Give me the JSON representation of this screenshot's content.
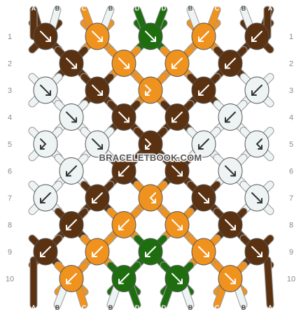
{
  "colors": {
    "A": "#5a3211",
    "B": "#eef3f3",
    "C": "#f0921e",
    "D": "#1e6e10",
    "outline": "#555555",
    "label_text": "#8a8a8a"
  },
  "strands_top": [
    "A",
    "B",
    "C",
    "B",
    "D",
    "D",
    "B",
    "C",
    "B",
    "A"
  ],
  "strands_bottom": [
    "A",
    "B",
    "C",
    "B",
    "D",
    "D",
    "B",
    "C",
    "B",
    "A"
  ],
  "row_numbers": [
    "1",
    "2",
    "3",
    "4",
    "5",
    "6",
    "7",
    "8",
    "9",
    "10"
  ],
  "watermark": "BRACELETBOOK.COM",
  "knot_rows": [
    [
      {
        "c": "A",
        "d": "fwd"
      },
      {
        "c": "C",
        "d": "fwd"
      },
      {
        "c": "D",
        "d": "fwd"
      },
      {
        "c": "C",
        "d": "bwd"
      },
      {
        "c": "A",
        "d": "bwd"
      }
    ],
    [
      {
        "c": "A",
        "d": "fwd"
      },
      {
        "c": "C",
        "d": "fwd"
      },
      {
        "c": "C",
        "d": "bwd"
      },
      {
        "c": "A",
        "d": "bwd"
      }
    ],
    [
      {
        "c": "B",
        "d": "fwd"
      },
      {
        "c": "A",
        "d": "fwd"
      },
      {
        "c": "C",
        "d": "fb"
      },
      {
        "c": "A",
        "d": "bwd"
      },
      {
        "c": "B",
        "d": "bwd"
      }
    ],
    [
      {
        "c": "B",
        "d": "fwd"
      },
      {
        "c": "A",
        "d": "fwd"
      },
      {
        "c": "A",
        "d": "bwd"
      },
      {
        "c": "B",
        "d": "bwd"
      }
    ],
    [
      {
        "c": "B",
        "d": "fb"
      },
      {
        "c": "B",
        "d": "fwd"
      },
      {
        "c": "A",
        "d": "fb"
      },
      {
        "c": "B",
        "d": "bwd"
      },
      {
        "c": "B",
        "d": "bf"
      }
    ],
    [
      {
        "c": "B",
        "d": "bwd"
      },
      {
        "c": "A",
        "d": "bwd"
      },
      {
        "c": "A",
        "d": "fwd"
      },
      {
        "c": "B",
        "d": "fwd"
      }
    ],
    [
      {
        "c": "B",
        "d": "bwd"
      },
      {
        "c": "A",
        "d": "bwd"
      },
      {
        "c": "C",
        "d": "bf"
      },
      {
        "c": "A",
        "d": "fwd"
      },
      {
        "c": "B",
        "d": "fwd"
      }
    ],
    [
      {
        "c": "A",
        "d": "bwd"
      },
      {
        "c": "C",
        "d": "bwd"
      },
      {
        "c": "C",
        "d": "fwd"
      },
      {
        "c": "A",
        "d": "fwd"
      }
    ],
    [
      {
        "c": "A",
        "d": "bwd"
      },
      {
        "c": "C",
        "d": "bwd"
      },
      {
        "c": "D",
        "d": "bwd"
      },
      {
        "c": "C",
        "d": "fwd"
      },
      {
        "c": "A",
        "d": "fwd"
      }
    ],
    [
      {
        "c": "C",
        "d": "bwd"
      },
      {
        "c": "D",
        "d": "bwd"
      },
      {
        "c": "D",
        "d": "fwd"
      },
      {
        "c": "C",
        "d": "fwd"
      }
    ]
  ]
}
